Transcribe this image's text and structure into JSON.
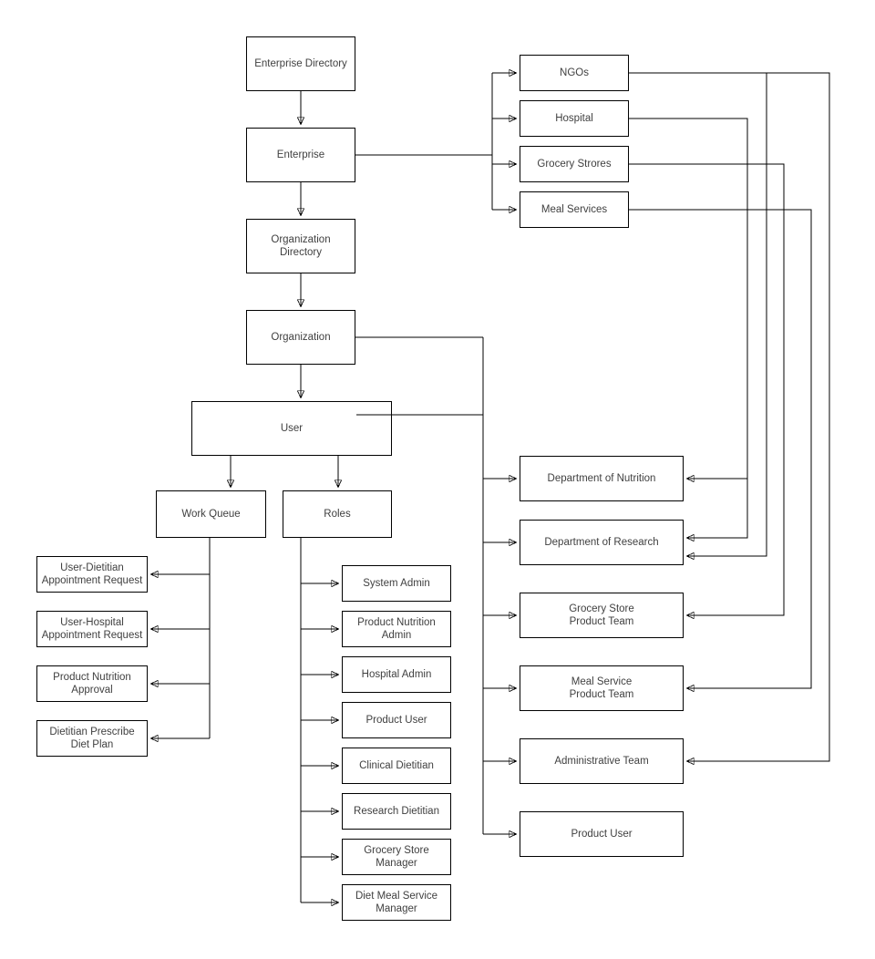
{
  "diagram": {
    "title": "Enterprise directory structure diagram",
    "nodes": {
      "enterprise_directory": "Enterprise Directory",
      "enterprise": "Enterprise",
      "organization_directory": "Organization\nDirectory",
      "organization": "Organization",
      "user": "User",
      "work_queue": "Work Queue",
      "roles": "Roles",
      "wq_user_dietitian": "User-Dietitian\nAppointment Request",
      "wq_user_hospital": "User-Hospital\nAppointment Request",
      "wq_product_nutrition": "Product Nutrition\nApproval",
      "wq_dietitian_prescribe": "Dietitian Prescribe\nDiet Plan",
      "role_system_admin": "System Admin",
      "role_product_nutrition_admin": "Product Nutrition\nAdmin",
      "role_hospital_admin": "Hospital Admin",
      "role_product_user": "Product User",
      "role_clinical_dietitian": "Clinical Dietitian",
      "role_research_dietitian": "Research Dietitian",
      "role_grocery_store_manager": "Grocery Store\nManager",
      "role_diet_meal_service_manager": "Diet Meal Service\nManager",
      "ngos": "NGOs",
      "hospital": "Hospital",
      "grocery_stores": "Grocery Strores",
      "meal_services": "Meal Services",
      "dept_nutrition": "Department of Nutrition",
      "dept_research": "Department of Research",
      "grocery_product_team": "Grocery Store\nProduct Team",
      "meal_product_team": "Meal Service\nProduct Team",
      "administrative_team": "Administrative Team",
      "product_user": "Product User"
    },
    "edges": [
      {
        "from": "enterprise_directory",
        "to": "enterprise"
      },
      {
        "from": "enterprise",
        "to": "organization_directory"
      },
      {
        "from": "organization_directory",
        "to": "organization"
      },
      {
        "from": "organization",
        "to": "user"
      },
      {
        "from": "user",
        "to": "work_queue"
      },
      {
        "from": "user",
        "to": "roles"
      },
      {
        "from": "enterprise",
        "to": "ngos"
      },
      {
        "from": "enterprise",
        "to": "hospital"
      },
      {
        "from": "enterprise",
        "to": "grocery_stores"
      },
      {
        "from": "enterprise",
        "to": "meal_services"
      },
      {
        "from": "work_queue",
        "to": "wq_user_dietitian"
      },
      {
        "from": "work_queue",
        "to": "wq_user_hospital"
      },
      {
        "from": "work_queue",
        "to": "wq_product_nutrition"
      },
      {
        "from": "work_queue",
        "to": "wq_dietitian_prescribe"
      },
      {
        "from": "roles",
        "to": "role_system_admin"
      },
      {
        "from": "roles",
        "to": "role_product_nutrition_admin"
      },
      {
        "from": "roles",
        "to": "role_hospital_admin"
      },
      {
        "from": "roles",
        "to": "role_product_user"
      },
      {
        "from": "roles",
        "to": "role_clinical_dietitian"
      },
      {
        "from": "roles",
        "to": "role_research_dietitian"
      },
      {
        "from": "roles",
        "to": "role_grocery_store_manager"
      },
      {
        "from": "roles",
        "to": "role_diet_meal_service_manager"
      },
      {
        "from": "organization_and_user_trunk",
        "to": "dept_nutrition"
      },
      {
        "from": "organization_and_user_trunk",
        "to": "dept_research"
      },
      {
        "from": "organization_and_user_trunk",
        "to": "grocery_product_team"
      },
      {
        "from": "organization_and_user_trunk",
        "to": "meal_product_team"
      },
      {
        "from": "organization_and_user_trunk",
        "to": "administrative_team"
      },
      {
        "from": "organization_and_user_trunk",
        "to": "product_user"
      },
      {
        "from": "hospital",
        "to": "dept_nutrition"
      },
      {
        "from": "hospital",
        "to": "dept_research"
      },
      {
        "from": "ngos",
        "to": "dept_research"
      },
      {
        "from": "ngos",
        "to": "administrative_team"
      },
      {
        "from": "grocery_stores",
        "to": "grocery_product_team"
      },
      {
        "from": "meal_services",
        "to": "meal_product_team"
      }
    ],
    "shared_trunk_sources": [
      "organization",
      "user"
    ],
    "colors": {
      "line": "#000000",
      "node_fill": "#ffffff",
      "text": "#404040"
    }
  }
}
